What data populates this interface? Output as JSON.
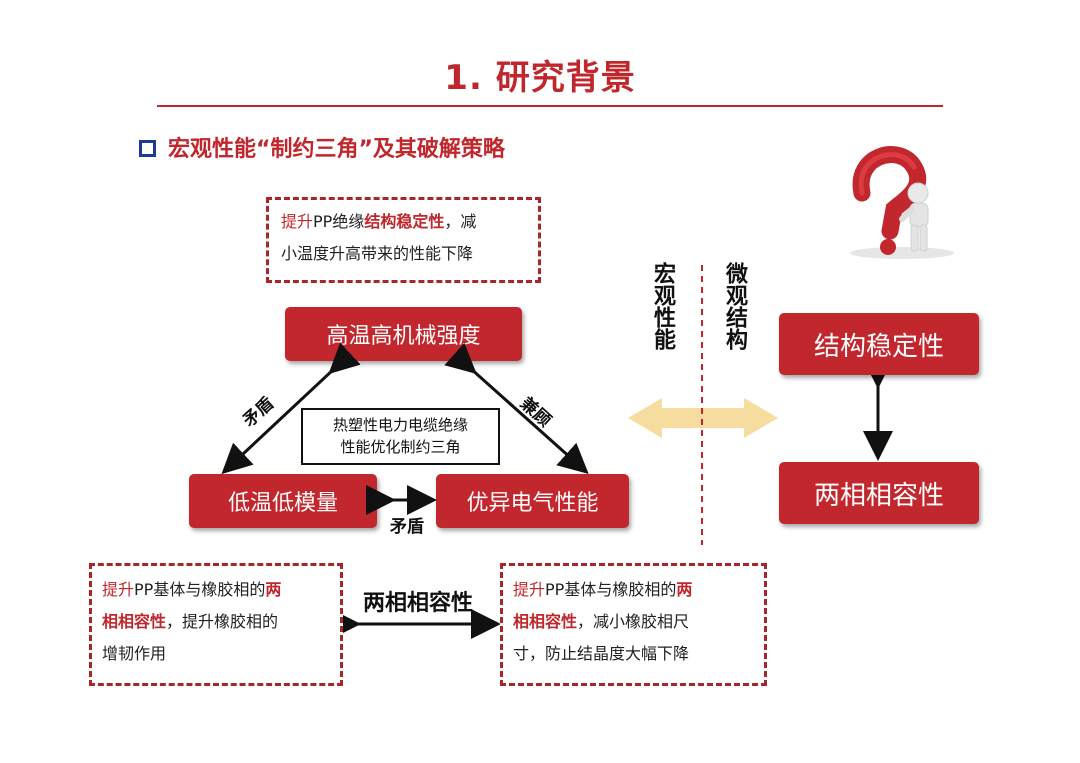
{
  "title": "1. 研究背景",
  "subtitle": "宏观性能“制约三角”及其破解策略",
  "top_box": {
    "line1_red": "提升",
    "line1_a": "PP绝缘",
    "line1_bold": "结构稳定性",
    "line1_b": "，减",
    "line2": "小温度升高带来的性能下降"
  },
  "triangle": {
    "top_node": "高温高机械强度",
    "left_node": "低温低模量",
    "right_node": "优异电气性能",
    "center_line1": "热塑性电力电缆绝缘",
    "center_line2": "性能优化制约三角",
    "edge_left": "矛盾",
    "edge_right": "兼顾",
    "edge_bottom": "矛盾"
  },
  "divider": {
    "left_text": "宏观性能",
    "right_text": "微观结构"
  },
  "right_nodes": {
    "top": "结构稳定性",
    "bottom": "两相相容性"
  },
  "bottom_left_box": {
    "r1": "提升",
    "a1": "PP基体与橡胶相的",
    "b1": "两",
    "b2": "相相容性",
    "a2": "，提升橡胶相的",
    "a3": "增韧作用"
  },
  "bottom_right_box": {
    "r1": "提升",
    "a1": "PP基体与橡胶相的",
    "b1": "两",
    "b2": "相相容性",
    "a2": "，减小橡胶相尺",
    "a3": "寸，防止结晶度大幅下降"
  },
  "bottom_link_label": "两相相容性",
  "colors": {
    "accent_red": "#c1272d",
    "dashed_border": "#a8252b",
    "bullet_blue": "#1f3a93",
    "arrow_yellow": "#f7dca0"
  },
  "icons": [
    "question-mark-figure-icon"
  ]
}
